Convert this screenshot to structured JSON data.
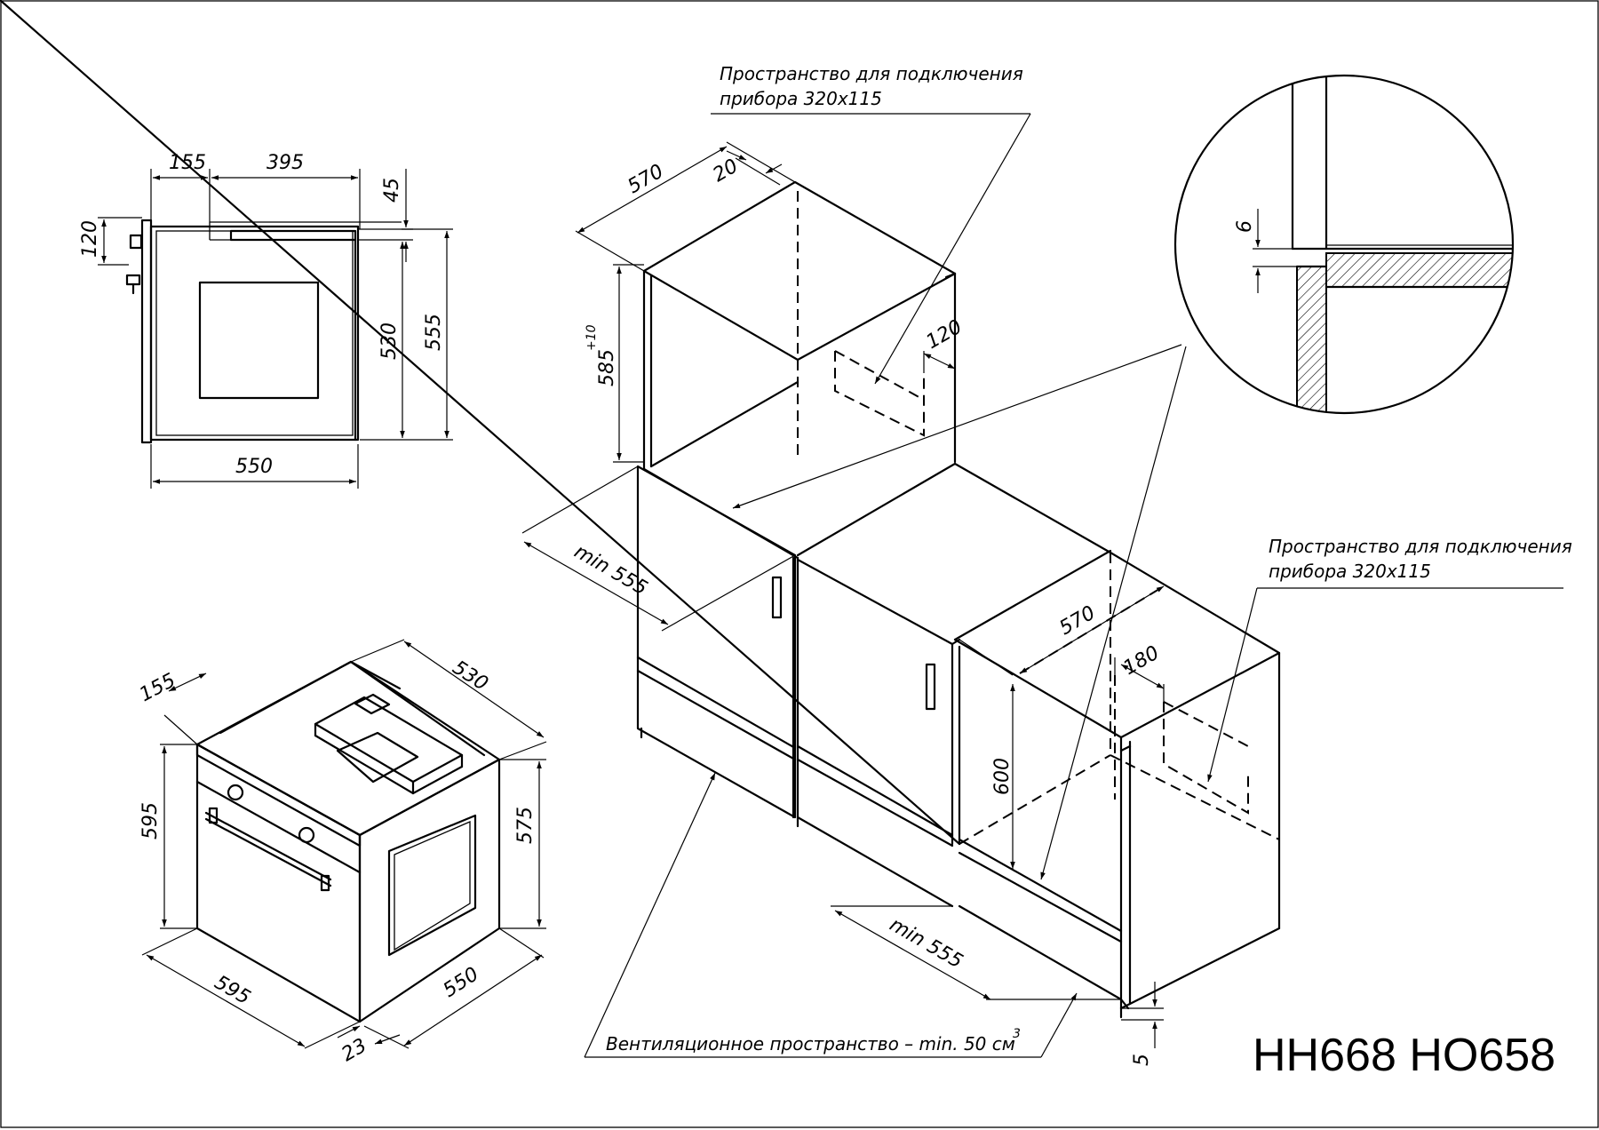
{
  "model": "HH668 HO658",
  "notes": {
    "connection_space_line1": "Пространство для подключения",
    "connection_space_line2": "прибора 320х115",
    "ventilation": "Вентиляционное пространство – min. 50 см",
    "ventilation_sup": "3"
  },
  "dims": {
    "side_top_155": "155",
    "side_top_395": "395",
    "side_left_120": "120",
    "side_45": "45",
    "side_530": "530",
    "side_555": "555",
    "side_550": "550",
    "iso_155": "155",
    "iso_530": "530",
    "iso_595_h": "595",
    "iso_575": "575",
    "iso_595_w": "595",
    "iso_550": "550",
    "iso_23": "23",
    "cab_570_top": "570",
    "cab_20": "20",
    "cab_585": "585",
    "cab_585_sup": "+10",
    "cab_120": "120",
    "cab_min555_a": "min 555",
    "cab_570_b": "570",
    "cab_180": "180",
    "cab_600": "600",
    "cab_min555_b": "min 555",
    "cab_5": "5",
    "detail_6": "6"
  }
}
